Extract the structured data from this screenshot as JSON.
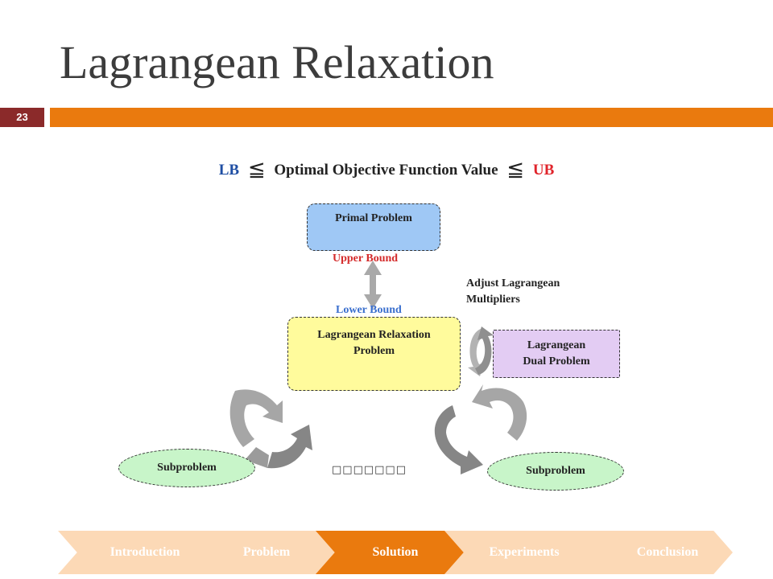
{
  "slide": {
    "title": "Lagrangean Relaxation",
    "number": "23"
  },
  "headline": {
    "lb": "LB",
    "le_symbol_1": "≦",
    "text": "Optimal Objective Function Value",
    "le_symbol_2": "≦",
    "ub": "UB"
  },
  "diagram": {
    "primal": "Primal Problem",
    "upper_bound": "Upper Bound",
    "lower_bound": "Lower Bound",
    "lr_line1": "Lagrangean Relaxation",
    "lr_line2": "Problem",
    "adjust_line1": "Adjust Lagrangean",
    "adjust_line2": "Multipliers",
    "dual_line1": "Lagrangean",
    "dual_line2": "Dual Problem",
    "subproblem_left": "Subproblem",
    "subproblem_right": "Subproblem",
    "ellipsis": "□□□□□□□"
  },
  "colors": {
    "accent_orange": "#ea7a0e",
    "badge_red": "#8b2a2a",
    "primal_fill": "#9fc8f5",
    "lr_fill": "#fffb9c",
    "dual_fill": "#e3ccf3",
    "subproblem_fill": "#c8f5c9"
  },
  "nav": {
    "items": [
      "Introduction",
      "Problem",
      "Solution",
      "Experiments",
      "Conclusion"
    ],
    "active": "Solution"
  }
}
